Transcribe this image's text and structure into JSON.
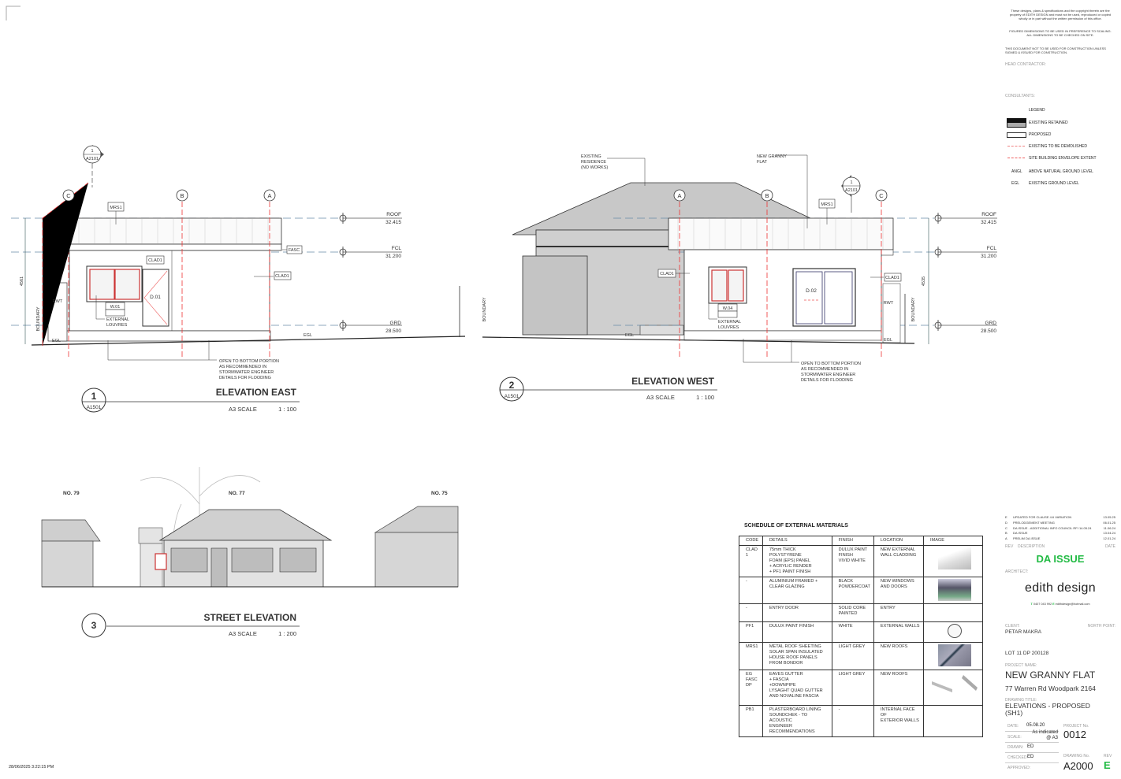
{
  "timestamp": "28/06/2025 3:22:15 PM",
  "notes": {
    "copyright": "These designs, plans & specifications and the copyright therein are the\nproperty of EDITH DESIGN and must not be used, reproduced or copied\nwholly or in part without the written permission of this office.",
    "dimensions": "FIGURED DIMENSIONS TO BE USED IN PREFERENCE TO SCALING.\nALL DIMENSIONS TO BE CHECKED ON SITE.",
    "construction": "THIS DOCUMENT NOT TO BE USED FOR CONSTRUCTION UNLESS\nSIGNED & ISSUED FOR CONSTRUCTION.",
    "head_contractor": "HEAD CONTRACTOR:",
    "consultants": "CONSULTANTS:"
  },
  "legend": {
    "title": "LEGEND",
    "items": [
      "EXISTING RETAINED",
      "PROPOSED",
      "EXISTING TO BE DEMOLISHED",
      "SITE BUILDING ENVELOPE EXTENT"
    ],
    "abbr": [
      {
        "code": "ANGL",
        "text": "ABOVE NATURAL GROUND LEVEL"
      },
      {
        "code": "EGL",
        "text": "EXISTING GROUND LEVEL"
      }
    ],
    "colors": {
      "demolish": "#f08080",
      "envelope": "#f06060"
    }
  },
  "revisions": {
    "rows": [
      {
        "rev": "E",
        "desc": "UPDATED FOR CLAUSE 4.6 VARIATION",
        "date": "13.05.25"
      },
      {
        "rev": "D",
        "desc": "PRELODGEMENT MEETING",
        "date": "06.01.25"
      },
      {
        "rev": "C",
        "desc": "DA ISSUE - ADDITIONAL INFO COUNCIL RFI 14.05.24",
        "date": "11.06.24"
      },
      {
        "rev": "B",
        "desc": "DA ISSUE",
        "date": "13.04.24"
      },
      {
        "rev": "A",
        "desc": "PRELIM DA ISSUE",
        "date": "12.01.24"
      }
    ],
    "headers": {
      "rev": "REV",
      "desc": "DESCRIPTION",
      "date": "DATE"
    }
  },
  "status": {
    "text": "DA ISSUE",
    "color": "#22bb44"
  },
  "architect": {
    "label": "ARCHITECT:",
    "name": "edith design",
    "phone_prefix": "T",
    "phone": "0407 043 992",
    "email_prefix": "E",
    "email": "edithdesign@hotmail.com"
  },
  "client": {
    "label": "CLIENT:",
    "name": "PETAR MAKRA",
    "north_label": "NORTH POINT:"
  },
  "lot": "LOT 11  DP 200128",
  "project": {
    "label": "PROJECT NAME:",
    "name": "NEW GRANNY FLAT",
    "address": "77 Warren Rd Woodpark 2164"
  },
  "drawing": {
    "title_label": "DRAWING TITLE:",
    "title": "ELEVATIONS - PROPOSED\n(SH1)",
    "date_label": "DATE:",
    "date": "05.08.20",
    "scale_label": "SCALE:",
    "scale": "As indicated\n@ A3",
    "drawn_label": "DRAWN:",
    "drawn": "ED",
    "checked_label": "CHECKED:",
    "checked": "ED",
    "approved_label": "APPROVED:",
    "project_no_label": "PROJECT No.",
    "project_no": "0012",
    "drawing_no_label": "DRAWING No.",
    "drawing_no": "A2000",
    "rev_label": "REV",
    "rev": "E"
  },
  "views": {
    "east": {
      "number": "1",
      "sheet": "A1501",
      "title": "ELEVATION EAST",
      "scale_label": "A3 SCALE",
      "scale": "1 : 100",
      "section_no": "1",
      "section_sheet": "A2101",
      "grids": [
        "C",
        "B",
        "A"
      ],
      "levels": [
        {
          "name": "ROOF",
          "value": "32.415"
        },
        {
          "name": "FCL",
          "value": "31.200"
        },
        {
          "name": "GRD",
          "value": "28.500"
        }
      ],
      "tags": {
        "mrs": "MRS1",
        "clad_a": "CLAD1",
        "clad_b": "CLAD1",
        "fasc": "FASC",
        "window": "W.01",
        "door": "D.01",
        "rwt": "RWT",
        "boundary": "BOUNDARY",
        "egl_a": "EGL",
        "egl_b": "EGL",
        "height": "4561"
      },
      "louvres": [
        "EXTERNAL",
        "LOUVRES"
      ],
      "note": [
        "OPEN TO BOTTOM PORTION",
        "AS RECOMMENDED IN",
        "STORMWATER ENGINEER",
        "DETAILS FOR FLOODING"
      ]
    },
    "west": {
      "number": "2",
      "sheet": "A1501",
      "title": "ELEVATION WEST",
      "scale_label": "A3 SCALE",
      "scale": "1 : 100",
      "section_no": "1",
      "section_sheet": "A2101",
      "grids": [
        "A",
        "B",
        "C"
      ],
      "levels": [
        {
          "name": "ROOF",
          "value": "32.415"
        },
        {
          "name": "FCL",
          "value": "31.200"
        },
        {
          "name": "GRD",
          "value": "28.500"
        }
      ],
      "existing": [
        "EXISTING",
        "RESIDENCE",
        "(NO WORKS)"
      ],
      "new_flat": [
        "NEW GRANNY",
        "FLAT"
      ],
      "tags": {
        "mrs": "MRS1",
        "clad_a": "CLAD1",
        "clad_b": "CLAD1",
        "window": "W.04",
        "door": "D.02",
        "rwt": "RWT",
        "boundary_a": "BOUNDARY",
        "boundary_b": "BOUNDARY",
        "egl_a": "EGL",
        "egl_b": "EGL",
        "height": "4535"
      },
      "louvres": [
        "EXTERNAL",
        "LOUVRES"
      ],
      "note": [
        "OPEN TO BOTTOM PORTION",
        "AS RECOMMENDED IN",
        "STORMWATER ENGINEER",
        "DETAILS FOR FLOODING"
      ]
    },
    "street": {
      "number": "3",
      "title": "STREET ELEVATION",
      "scale_label": "A3 SCALE",
      "scale": "1 : 200",
      "houses": [
        "NO. 79",
        "NO. 77",
        "NO. 75"
      ]
    }
  },
  "schedule": {
    "title": "SCHEDULE OF EXTERNAL MATERIALS",
    "headers": [
      "CODE",
      "DETAILS",
      "FINISH",
      "LOCATION",
      "IMAGE"
    ],
    "rows": [
      {
        "code": "CLAD 1",
        "details": "75mm THICK POLYSTYRENE\nFOAM (EPS) PANEL\n+ ACRYLIC RENDER\n+ PF1 PAINT FINISH",
        "finish": "DULUX PAINT\nFINISH\nVIVID WHITE",
        "location": "NEW EXTERNAL\nWALL CLADDING",
        "image": "eps-panel-image"
      },
      {
        "code": "-",
        "details": "ALUMINIUM FRAMED +\nCLEAR GLAZING",
        "finish": "BLACK\nPOWDERCOAT",
        "location": "NEW WINDOWS\nAND DOORS",
        "image": "window-image"
      },
      {
        "code": "-",
        "details": "ENTRY DOOR",
        "finish": "SOLID CORE\nPAINTED",
        "location": "ENTRY",
        "image": ""
      },
      {
        "code": "PF1",
        "details": "DULUX PAINT FINISH",
        "finish": "WHITE",
        "location": "EXTERNAL WALLS",
        "image": "paint-tin-image"
      },
      {
        "code": "MRS1",
        "details": "METAL ROOF SHEETING\nSOLAR SPAN INSULATED\nHOUSE ROOF PANELS\nFROM BONDOR",
        "finish": "LIGHT GREY",
        "location": "NEW ROOFS",
        "image": "roof-panel-image"
      },
      {
        "code": "EG\nFASC\nDP",
        "details": "EAVES GUTTER\n+ FASCIA\n+DOWNPIPE\nLYSAGHT QUAD GUTTER\nAND NOVALINE FASCIA",
        "finish": "LIGHT GREY",
        "location": "NEW ROOFS",
        "image": "gutter-image"
      },
      {
        "code": "PB1",
        "details": "PLASTERBOARD LINING\nSOUNDCHEK - TO ACOUSTIC\nENGINEER\nRECOMMENDATIONS",
        "finish": "-",
        "location": "INTERNAL FACE OF\nEXTERIOR WALLS",
        "image": ""
      }
    ]
  }
}
